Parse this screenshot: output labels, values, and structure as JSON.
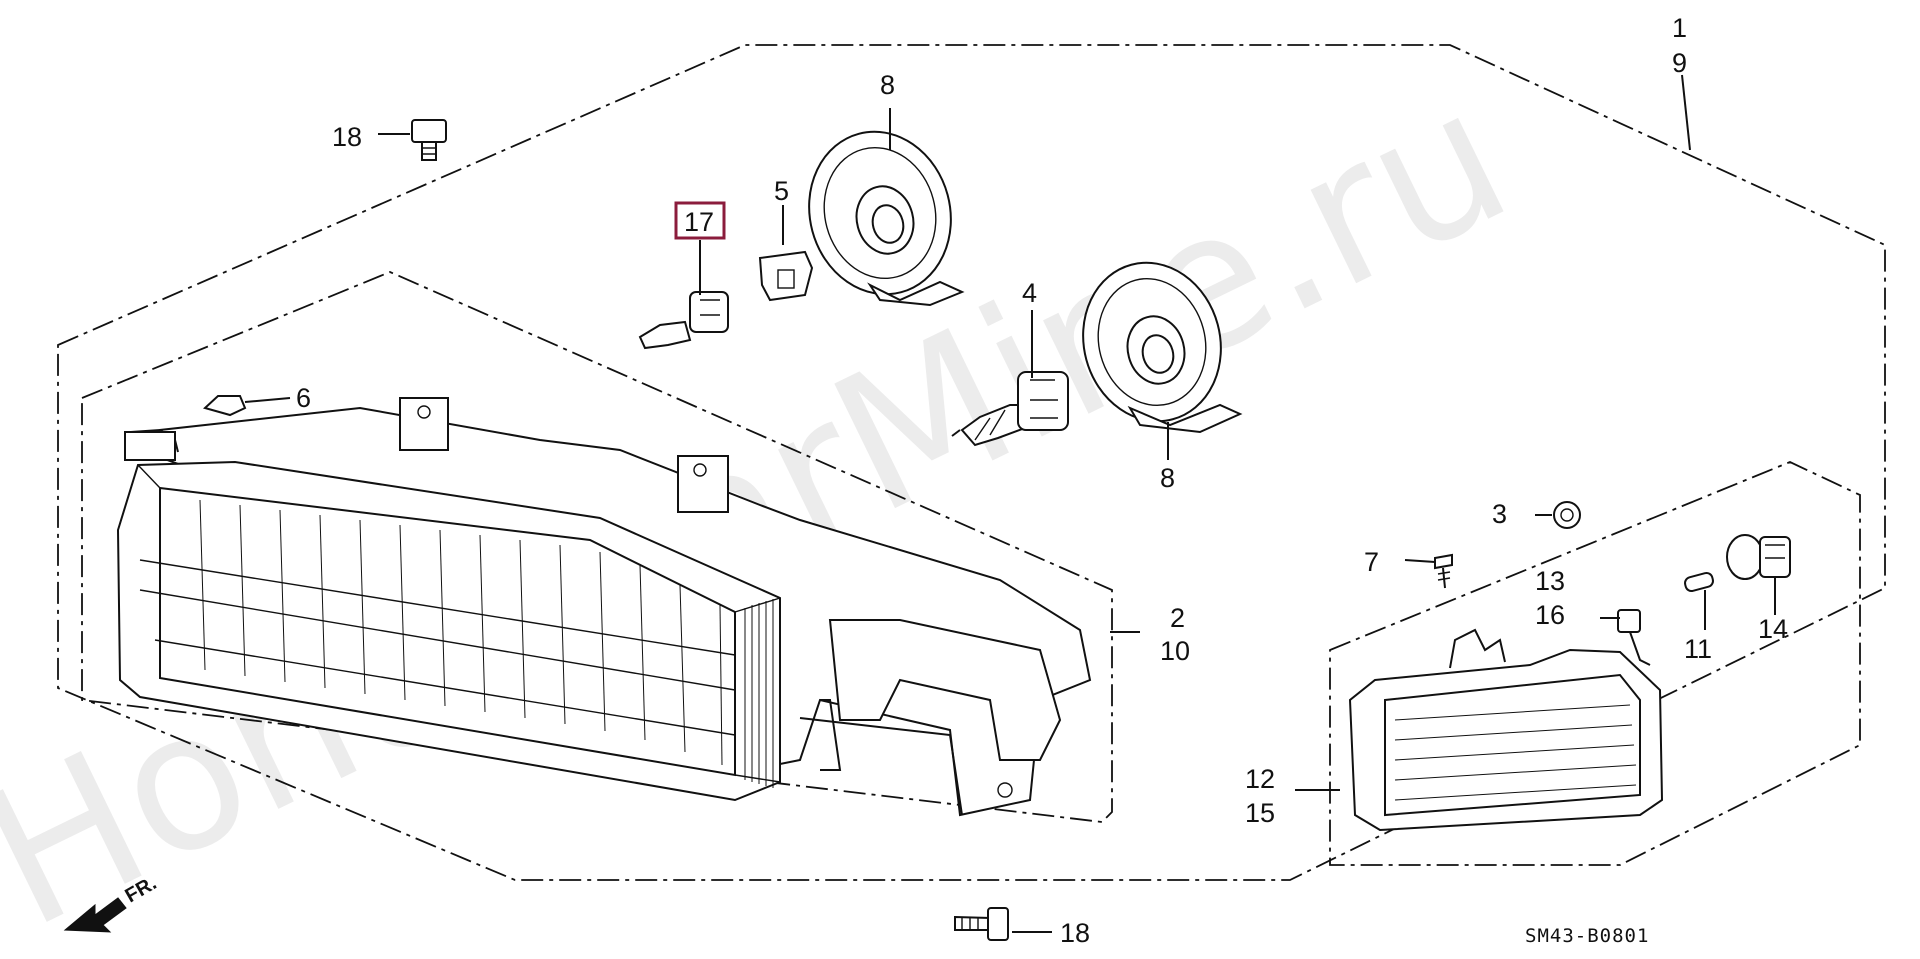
{
  "diagram": {
    "watermark": "HondaCarMine.ru",
    "diagram_code": "SM43-B0801",
    "direction_label": "FR.",
    "highlighted_callout": "17",
    "callouts": [
      {
        "id": "c-1",
        "text": "1"
      },
      {
        "id": "c-9",
        "text": "9"
      },
      {
        "id": "c-18-top",
        "text": "18"
      },
      {
        "id": "c-8-top",
        "text": "8"
      },
      {
        "id": "c-5",
        "text": "5"
      },
      {
        "id": "c-17",
        "text": "17"
      },
      {
        "id": "c-4",
        "text": "4"
      },
      {
        "id": "c-6",
        "text": "6"
      },
      {
        "id": "c-8-bottom",
        "text": "8"
      },
      {
        "id": "c-3",
        "text": "3"
      },
      {
        "id": "c-7",
        "text": "7"
      },
      {
        "id": "c-13",
        "text": "13"
      },
      {
        "id": "c-16",
        "text": "16"
      },
      {
        "id": "c-2",
        "text": "2"
      },
      {
        "id": "c-10",
        "text": "10"
      },
      {
        "id": "c-11",
        "text": "11"
      },
      {
        "id": "c-14",
        "text": "14"
      },
      {
        "id": "c-12",
        "text": "12"
      },
      {
        "id": "c-15",
        "text": "15"
      },
      {
        "id": "c-18-bottom",
        "text": "18"
      }
    ]
  }
}
